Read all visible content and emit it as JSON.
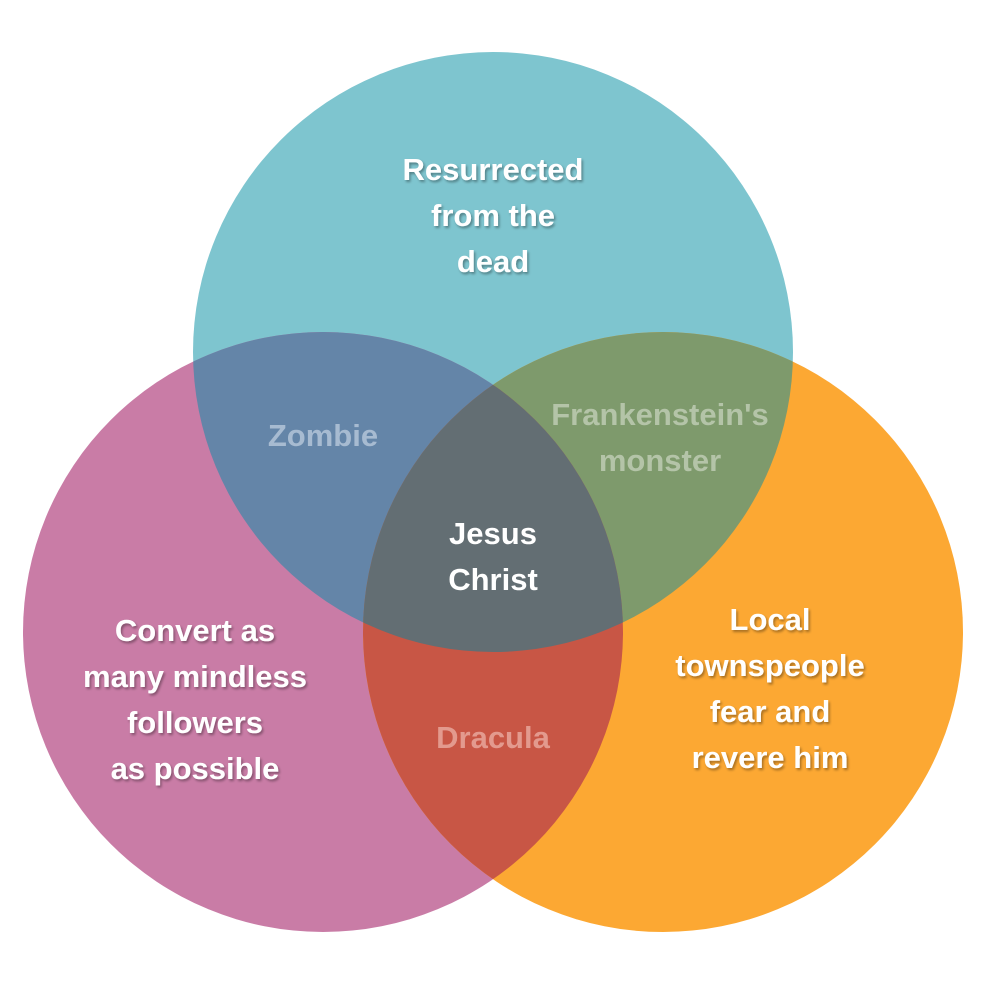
{
  "circles": {
    "top": {
      "color": "#7ec5cf",
      "label_lines": [
        "Resurrected",
        "from the",
        "dead"
      ]
    },
    "left": {
      "color": "#c97ca6",
      "label_lines": [
        "Convert as",
        "many mindless",
        "followers",
        "as possible"
      ]
    },
    "right": {
      "color": "#fca833",
      "label_lines": [
        "Local",
        "townspeople",
        "fear and",
        "revere him"
      ]
    }
  },
  "overlaps": {
    "top_left": {
      "color": "#6485a8",
      "label_lines": [
        "Zombie"
      ],
      "label_color": "#a7bbd1"
    },
    "top_right": {
      "color": "#7e9a6c",
      "label_lines": [
        "Frankenstein's",
        "monster"
      ],
      "label_color": "#b4c4a8"
    },
    "left_right": {
      "color": "#c85645",
      "label_lines": [
        "Dracula"
      ],
      "label_color": "#e39a8e"
    },
    "center": {
      "color": "#636e73",
      "label_lines": [
        "Jesus",
        "Christ"
      ],
      "label_color": "#ffffff"
    }
  }
}
